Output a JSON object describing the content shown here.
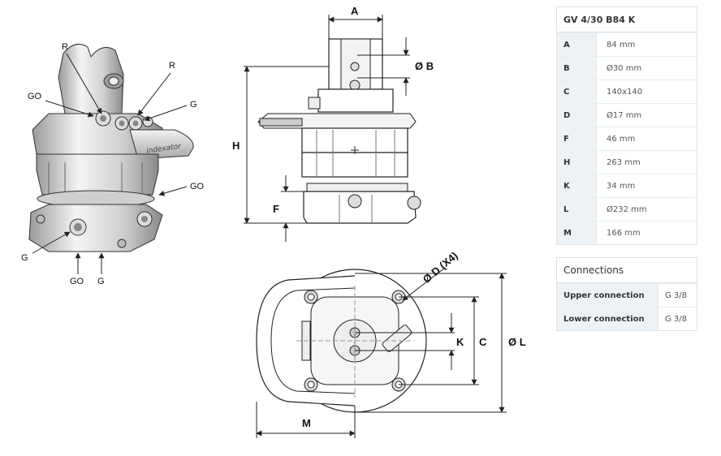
{
  "iso_labels": {
    "r_left": "R",
    "r_right": "R",
    "go_top": "GO",
    "g_top": "G",
    "go_right": "GO",
    "g_left": "G",
    "go_bottom": "GO",
    "g_bottom": "G",
    "brand_text": "indexator"
  },
  "side_labels": {
    "a": "A",
    "b": "Ø B",
    "h": "H",
    "f": "F"
  },
  "bottom_labels": {
    "d": "Ø D (X4)",
    "k": "K",
    "c": "C",
    "l": "Ø L",
    "m": "M"
  },
  "spec_table": {
    "title": "GV 4/30 B84 K",
    "rows": [
      {
        "key": "A",
        "value": "84 mm"
      },
      {
        "key": "B",
        "value": "Ø30 mm"
      },
      {
        "key": "C",
        "value": "140x140"
      },
      {
        "key": "D",
        "value": "Ø17 mm"
      },
      {
        "key": "F",
        "value": "46 mm"
      },
      {
        "key": "H",
        "value": "263 mm"
      },
      {
        "key": "K",
        "value": "34 mm"
      },
      {
        "key": "L",
        "value": "Ø232 mm"
      },
      {
        "key": "M",
        "value": "166 mm"
      }
    ]
  },
  "connections": {
    "title": "Connections",
    "rows": [
      {
        "key": "Upper connection",
        "value": "G 3/8"
      },
      {
        "key": "Lower connection",
        "value": "G 3/8"
      }
    ]
  },
  "colors": {
    "line": "#222222",
    "body_fill": "#e6e6e6",
    "shade": "#bdbdbd",
    "table_key_bg": "#edf2f6"
  }
}
